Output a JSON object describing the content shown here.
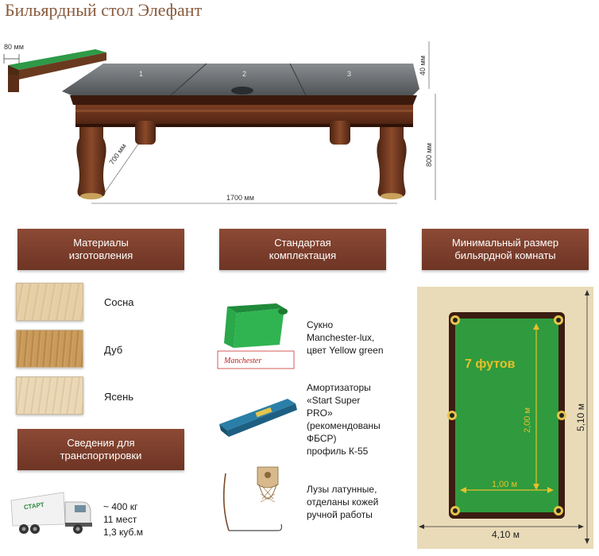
{
  "page": {
    "title": "Бильярдный стол Элефант"
  },
  "table_figure": {
    "rail_width": "80 мм",
    "top_thickness": "40 мм",
    "height": "800 мм",
    "width": "700 мм",
    "length": "1700 мм",
    "slate_1": "1",
    "slate_2": "2",
    "slate_3": "3"
  },
  "materials": {
    "header": "Материалы\nизготовления",
    "items": [
      {
        "label": "Сосна",
        "color": "#e6cfa6"
      },
      {
        "label": "Дуб",
        "color": "#c99a5b"
      },
      {
        "label": "Ясень",
        "color": "#e9d7b6"
      }
    ]
  },
  "transport": {
    "header": "Сведения для\nтранспортировки",
    "text": "~ 400 кг\n11 мест\n1,3 куб.м",
    "truck_brand": "СТАРТ"
  },
  "package": {
    "header": "Стандартая\nкомплектация",
    "cloth_text": "Сукно\nManchester-lux,\nцвет Yellow green",
    "cloth_brand": "Manchester",
    "cushion_text": "Амортизаторы\n«Start Super\nPRO»\n(рекомендованы\nФБСР)\nпрофиль К-55",
    "pockets_text": "Лузы латунные,\nотделаны кожей\nручной работы"
  },
  "room": {
    "header": "Минимальный размер\nбильярдной комнаты",
    "size_label": "7 футов",
    "inner_length": "2,00 м",
    "inner_width": "1,00 м",
    "room_length": "5,10 м",
    "room_width": "4,10 м",
    "colors": {
      "cloth": "#2f9a3e",
      "frame": "#3b1c12",
      "floor": "#eadbb8",
      "text": "#e6c12a"
    }
  }
}
